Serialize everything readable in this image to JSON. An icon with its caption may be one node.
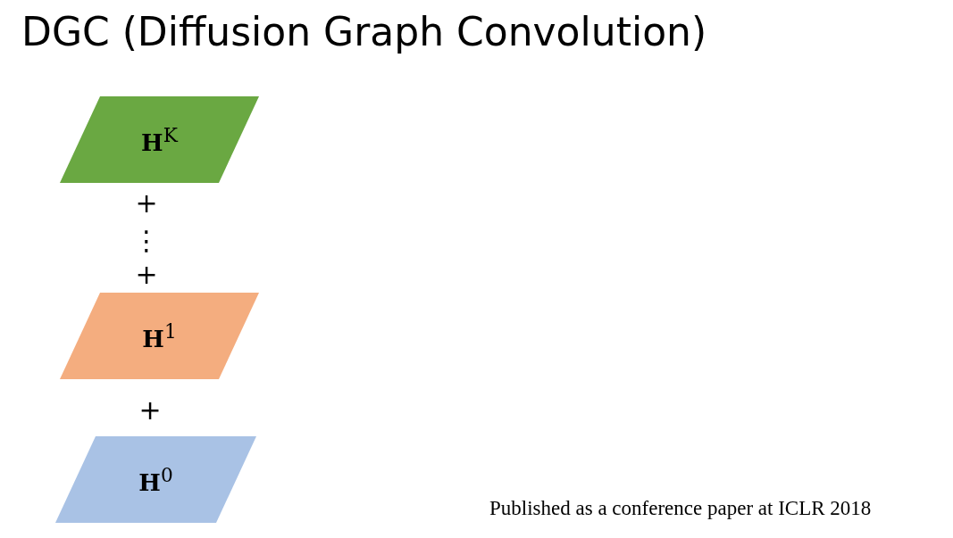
{
  "diagram": {
    "title": "DGC (Diffusion Graph Convolution)",
    "nodes": [
      {
        "text": [
          "**H**$^{K}$"
        ]
      },
      {
        "text": [
          "**H**$^{1}$"
        ]
      },
      {
        "text": [
          "**H**$^{0}$"
        ]
      }
    ],
    "edges": [],
    "labels": [
      "+",
      "⋮",
      "+",
      "+",
      "Published as a conference paper at ICLR 2018"
    ]
  }
}
